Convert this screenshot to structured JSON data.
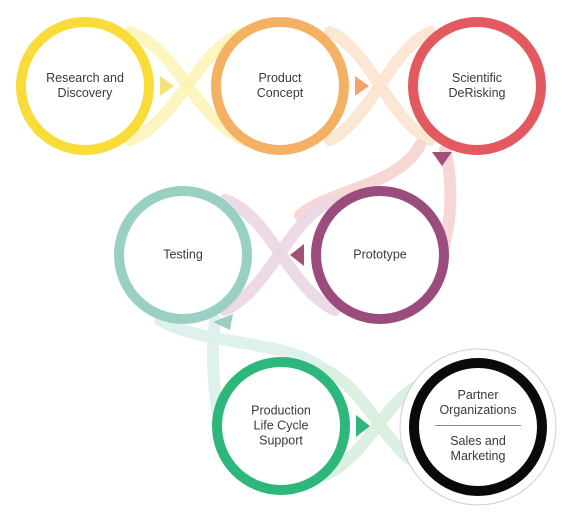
{
  "stages": [
    {
      "id": "research",
      "lines": [
        "Research and",
        "Discovery"
      ],
      "color": "#F9DC3A"
    },
    {
      "id": "concept",
      "lines": [
        "Product",
        "Concept"
      ],
      "color": "#F5B163"
    },
    {
      "id": "derisking",
      "lines": [
        "Scientific",
        "DeRisking"
      ],
      "color": "#E25A5F"
    },
    {
      "id": "testing",
      "lines": [
        "Testing"
      ],
      "color": "#9ACFC3"
    },
    {
      "id": "prototype",
      "lines": [
        "Prototype"
      ],
      "color": "#9A4C7D"
    },
    {
      "id": "production",
      "lines": [
        "Production",
        "Life Cycle",
        "Support"
      ],
      "color": "#2EB77A"
    },
    {
      "id": "partners",
      "lines": [
        "Partner",
        "Organizations"
      ],
      "lines2": [
        "Sales and",
        "Marketing"
      ],
      "color": "#0a0a0a"
    }
  ]
}
